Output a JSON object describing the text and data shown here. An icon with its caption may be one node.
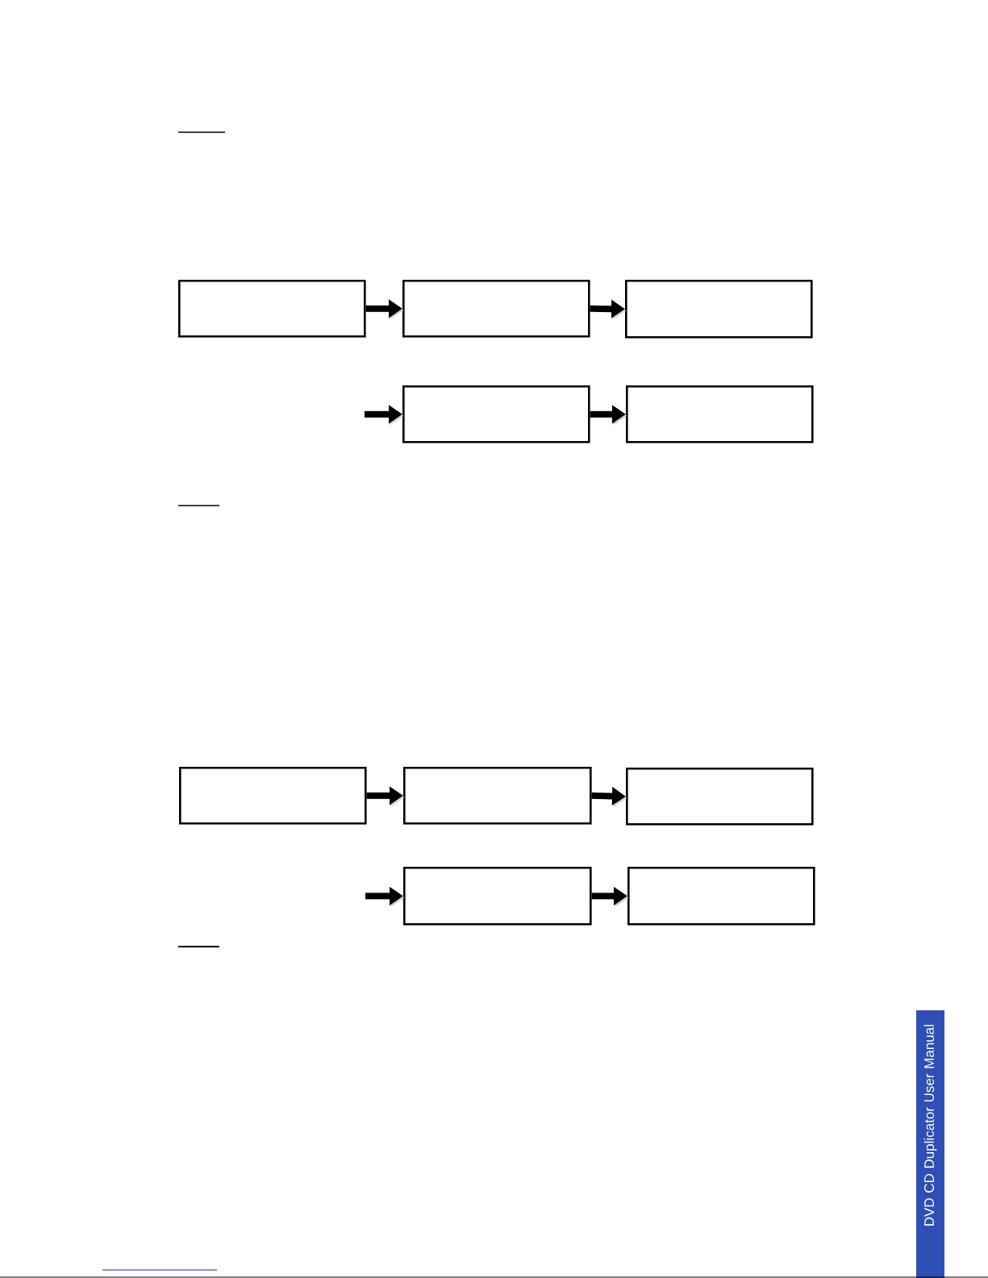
{
  "diagram": {
    "nodes": [
      {
        "text": [],
        "shape": "box"
      },
      {
        "text": [],
        "shape": "box"
      },
      {
        "text": [],
        "shape": "box"
      },
      {
        "text": [],
        "shape": "box"
      },
      {
        "text": [],
        "shape": "box"
      },
      {
        "text": [],
        "shape": "box"
      },
      {
        "text": [],
        "shape": "box"
      },
      {
        "text": [],
        "shape": "box"
      },
      {
        "text": [],
        "shape": "box"
      },
      {
        "text": [],
        "shape": "box"
      },
      {
        "text": [
          "DVD CD Duplicator User Manual"
        ]
      }
    ],
    "edges": [
      {
        "from": 0,
        "to": 1,
        "arrow": "to"
      },
      {
        "from": 1,
        "to": 2,
        "arrow": "to"
      },
      {
        "from": null,
        "to": 3,
        "arrow": "to"
      },
      {
        "from": 3,
        "to": 4,
        "arrow": "to"
      },
      {
        "from": 5,
        "to": 6,
        "arrow": "to"
      },
      {
        "from": 6,
        "to": 7,
        "arrow": "to"
      },
      {
        "from": null,
        "to": 8,
        "arrow": "to"
      },
      {
        "from": 8,
        "to": 9,
        "arrow": "to"
      }
    ]
  }
}
